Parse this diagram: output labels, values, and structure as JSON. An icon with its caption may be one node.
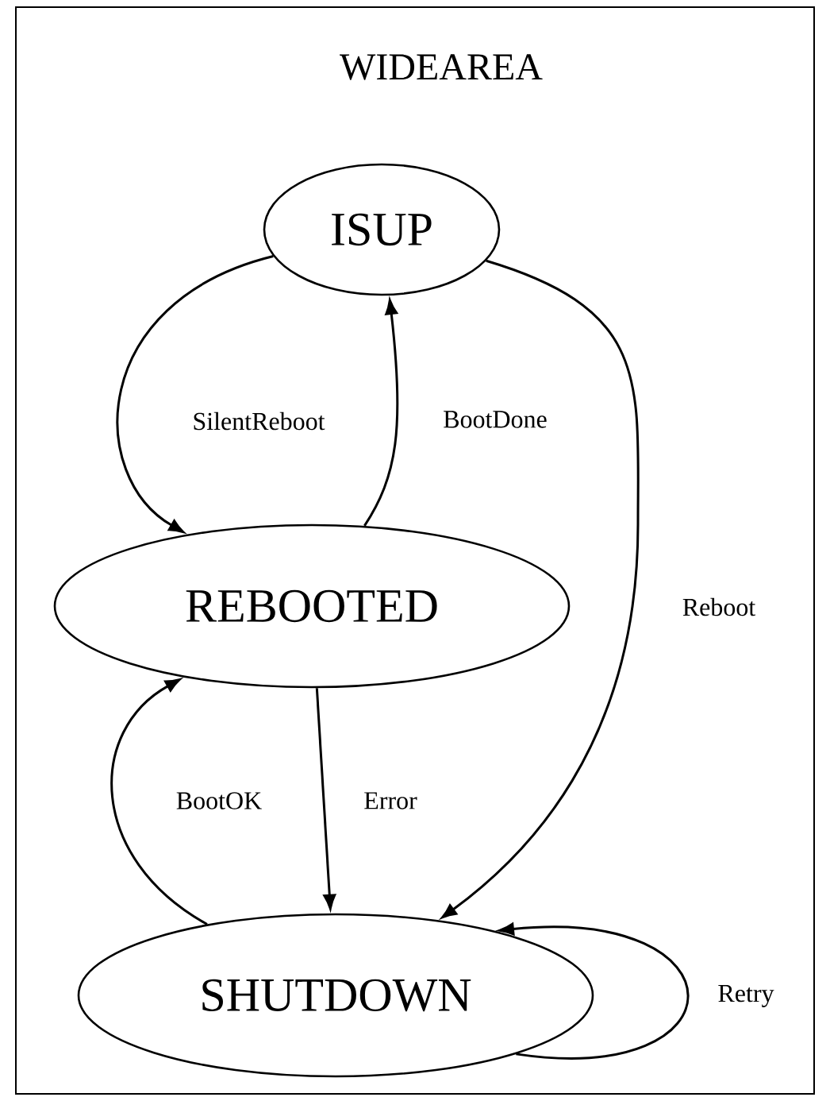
{
  "diagram": {
    "nodes": [
      {
        "text": [
          "WIDEAREA"
        ]
      },
      {
        "text": [
          "ISUP"
        ],
        "in": 0
      },
      {
        "text": [
          "REBOOTED"
        ],
        "in": 0
      },
      {
        "text": [
          "SHUTDOWN"
        ],
        "in": 0
      }
    ],
    "edges": [
      {
        "from": 1,
        "to": 2,
        "arrow": "to",
        "label": "SilentReboot"
      },
      {
        "from": 2,
        "to": 1,
        "arrow": "to",
        "label": "BootDone"
      },
      {
        "from": 1,
        "to": 3,
        "arrow": "to",
        "label": "Reboot"
      },
      {
        "from": 3,
        "to": 2,
        "arrow": "to",
        "label": "BootOK"
      },
      {
        "from": 2,
        "to": 3,
        "arrow": "to",
        "label": "Error"
      },
      {
        "from": 3,
        "to": 3,
        "arrow": "to",
        "label": "Retry"
      }
    ]
  }
}
